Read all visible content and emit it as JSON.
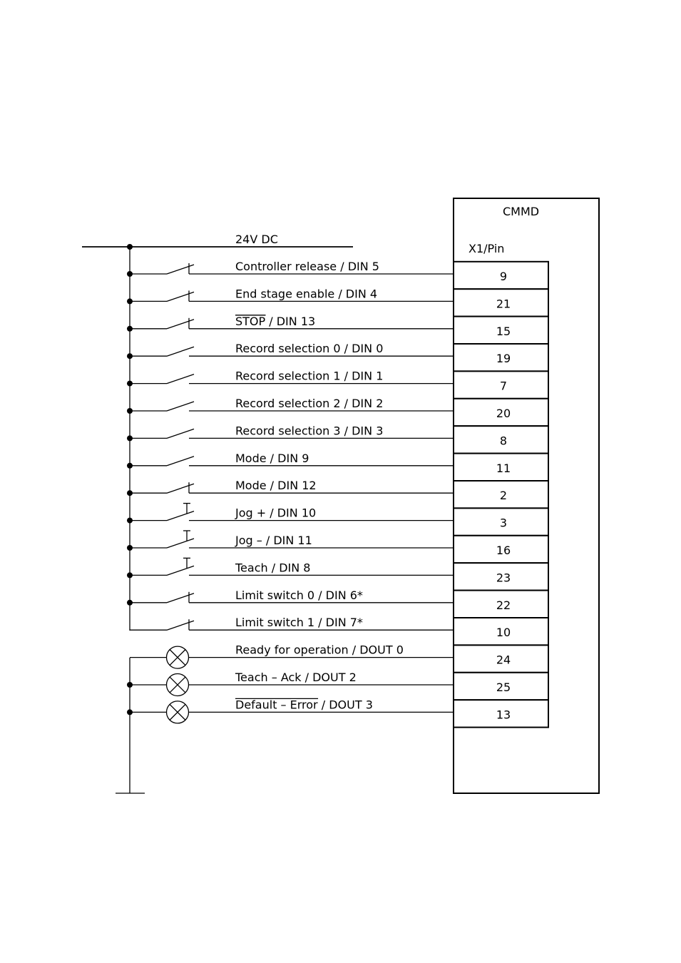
{
  "device": {
    "name": "CMMD",
    "connector_label": "X1/Pin"
  },
  "supply": {
    "label": "24V DC"
  },
  "inputs": [
    {
      "label": "Controller release / DIN 5",
      "pin": "9",
      "contact": "normally-open-latched"
    },
    {
      "label": "End stage enable / DIN 4",
      "pin": "21",
      "contact": "normally-open-latched"
    },
    {
      "label": "STOP / DIN 13",
      "overline": "STOP",
      "rest": " / DIN 13",
      "pin": "15",
      "contact": "normally-open-latched"
    },
    {
      "label": "Record selection 0 / DIN 0",
      "pin": "19",
      "contact": "normally-open"
    },
    {
      "label": "Record selection 1 / DIN 1",
      "pin": "7",
      "contact": "normally-open"
    },
    {
      "label": "Record selection 2 / DIN 2",
      "pin": "20",
      "contact": "normally-open"
    },
    {
      "label": "Record selection 3 / DIN 3",
      "pin": "8",
      "contact": "normally-open"
    },
    {
      "label": "Mode / DIN 9",
      "pin": "11",
      "contact": "normally-open"
    },
    {
      "label": "Mode / DIN 12",
      "pin": "2",
      "contact": "normally-open-latched"
    },
    {
      "label": "Jog + / DIN 10",
      "pin": "3",
      "contact": "pushbutton"
    },
    {
      "label": "Jog – / DIN 11",
      "pin": "16",
      "contact": "pushbutton"
    },
    {
      "label": "Teach / DIN 8",
      "pin": "23",
      "contact": "pushbutton"
    },
    {
      "label": "Limit switch 0 / DIN 6*",
      "pin": "22",
      "contact": "normally-open-latched"
    },
    {
      "label": "Limit switch 1 / DIN 7*",
      "pin": "10",
      "contact": "normally-open-latched"
    }
  ],
  "outputs": [
    {
      "label": "Ready for operation / DOUT 0",
      "pin": "24",
      "icon": "lamp-icon"
    },
    {
      "label": "Teach – Ack / DOUT 2",
      "pin": "25",
      "icon": "lamp-icon"
    },
    {
      "label": "Default  –  Error / DOUT 3",
      "overline": "Default  –  Error",
      "rest": " / DOUT 3",
      "pin": "13",
      "icon": "lamp-icon"
    }
  ]
}
